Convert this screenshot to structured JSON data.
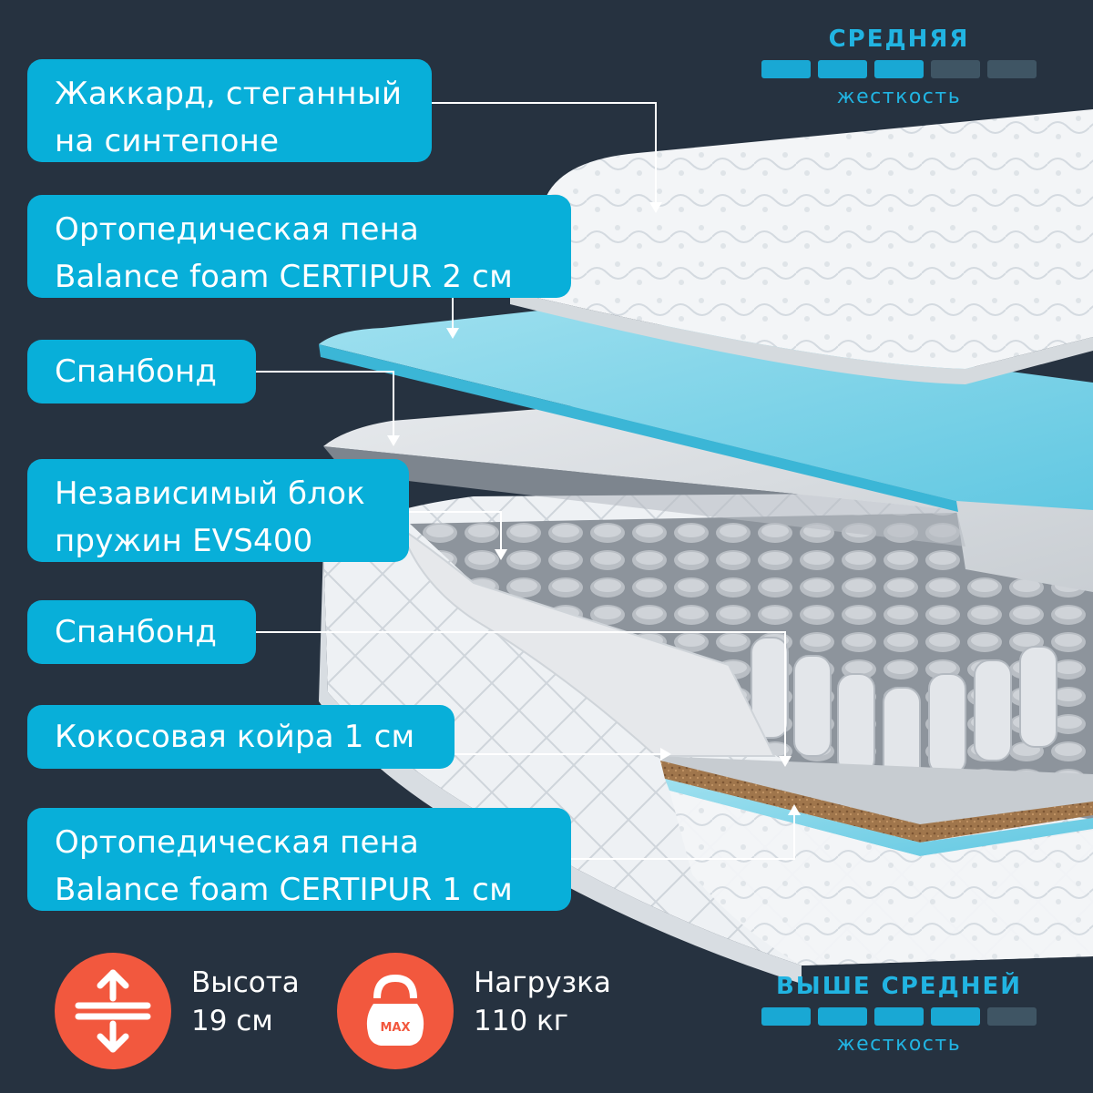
{
  "layers": [
    {
      "line1": "Жаккард, стеганный",
      "line2": "на синтепоне"
    },
    {
      "line1": "Ортопедическая пена",
      "line2": "Balance foam CERTIPUR 2 см"
    },
    {
      "line1": "Спанбонд"
    },
    {
      "line1": "Независимый блок",
      "line2": "пружин EVS400"
    },
    {
      "line1": "Спанбонд"
    },
    {
      "line1": "Кокосовая койра 1 см"
    },
    {
      "line1": "Ортопедическая пена",
      "line2": "Balance foam CERTIPUR 1 см"
    }
  ],
  "firmness_top": {
    "title": "СРЕДНЯЯ",
    "subtitle": "жесткость",
    "level": 3,
    "max": 5
  },
  "firmness_bottom": {
    "title": "ВЫШЕ СРЕДНЕЙ",
    "subtitle": "жесткость",
    "level": 4,
    "max": 5
  },
  "specs": [
    {
      "icon": "height-arrows-icon",
      "line1": "Высота",
      "line2": "19 см"
    },
    {
      "icon": "kettlebell-icon",
      "line1": "Нагрузка",
      "line2": "110 кг",
      "badge": "MAX"
    }
  ],
  "colors": {
    "background": "#263240",
    "label": "#08afd9",
    "accent": "#21b4e2",
    "icon_circle": "#f2583e",
    "bar_off": "#3f5564"
  }
}
